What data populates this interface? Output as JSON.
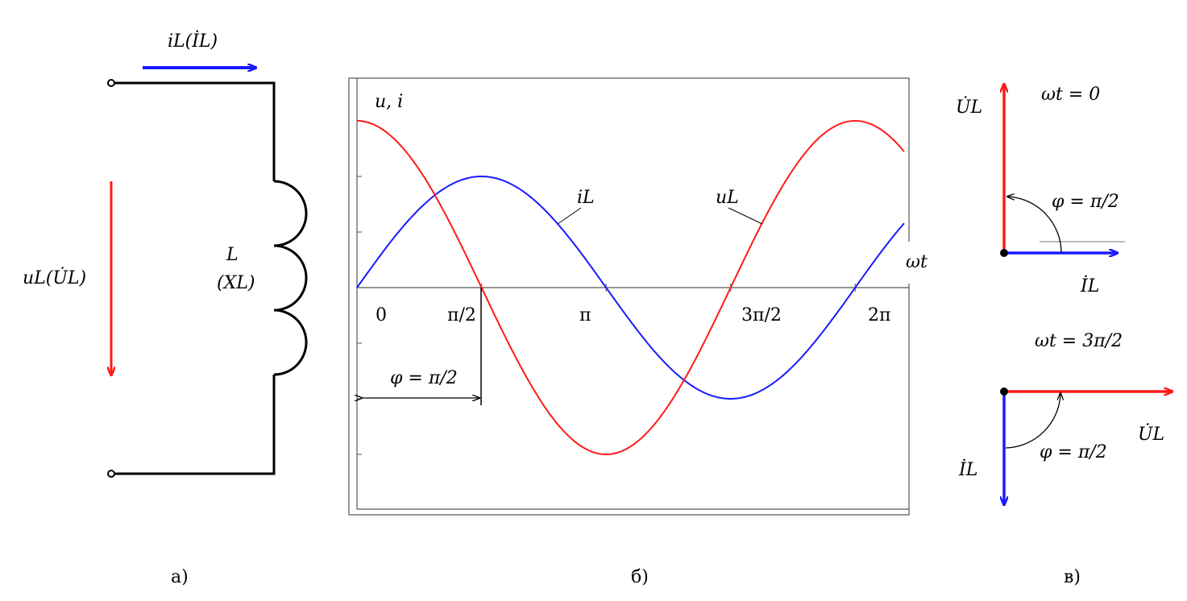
{
  "colors": {
    "voltage": "#ff1a1a",
    "current": "#1a1aff",
    "wire": "#000000",
    "frame": "#555555"
  },
  "circuit": {
    "current_label": "iL(İL)",
    "voltage_label": "uL(U̇L)",
    "inductor_label": "L",
    "reactance_label": "(XL)",
    "caption": "а)"
  },
  "waveform": {
    "y_axis_label": "u, i",
    "x_axis_label": "ωt",
    "ticks": [
      "0",
      "π/2",
      "π",
      "3π/2",
      "2π"
    ],
    "current_label": "iL",
    "voltage_label": "uL",
    "phase_label": "φ = π/2",
    "caption": "б)"
  },
  "phasor_top": {
    "title": "ωt = 0",
    "voltage_label": "U̇L",
    "current_label": "İL",
    "angle_label": "φ = π/2"
  },
  "phasor_bottom": {
    "title": "ωt = 3π/2",
    "voltage_label": "U̇L",
    "current_label": "İL",
    "angle_label": "φ = π/2",
    "caption": "в)"
  },
  "chart_data": {
    "type": "line",
    "x_unit": "rad",
    "x_range": [
      0,
      6.9
    ],
    "ylim": [
      -1.5,
      1.5
    ],
    "series": [
      {
        "name": "uL",
        "amplitude": 1.5,
        "phase_shift": 1.5708,
        "color": "#ff1a1a"
      },
      {
        "name": "iL",
        "amplitude": 1.0,
        "phase_shift": 0,
        "color": "#1a1aff"
      }
    ],
    "grid": false
  }
}
